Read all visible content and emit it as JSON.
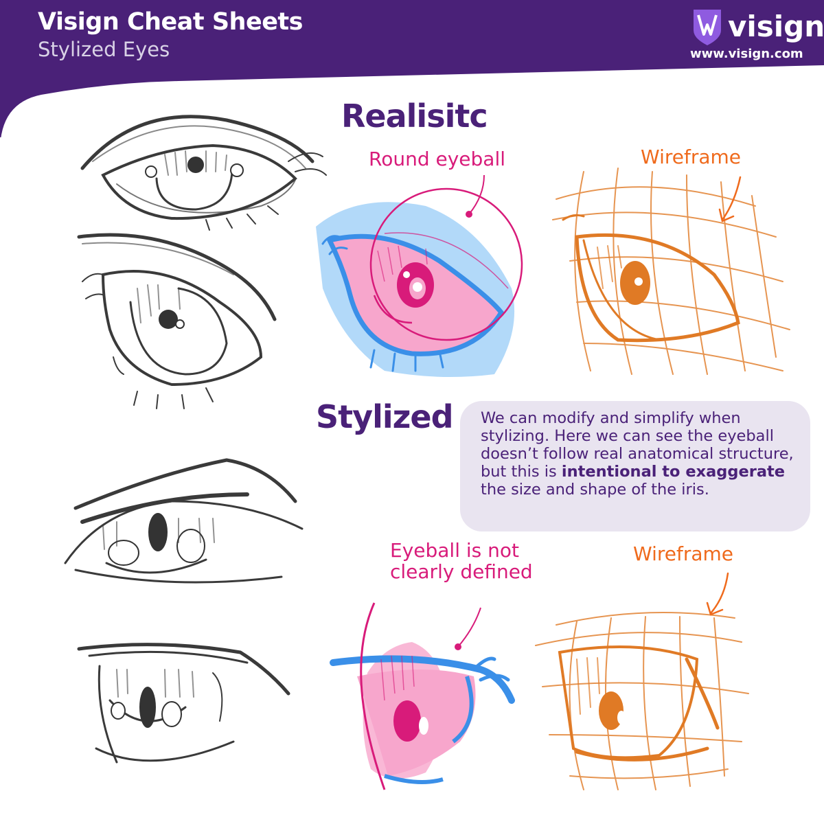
{
  "header": {
    "title": "Visign Cheat Sheets",
    "subtitle": "Stylized Eyes",
    "brand_name": "visign",
    "brand_url": "www.visign.com"
  },
  "sections": {
    "realistic_heading": "Realisitc",
    "stylized_heading": "Stylized"
  },
  "labels": {
    "round_eyeball": "Round eyeball",
    "wireframe_top": "Wireframe",
    "eyeball_line1": "Eyeball is not",
    "eyeball_line2": "clearly defined",
    "wireframe_bottom": "Wireframe"
  },
  "note": {
    "text_before": "We can modify and simplify when stylizing. Here we can see the eyeball doesn’t follow real anatomical structure, but this is",
    "text_bold": "intentional to exaggerate",
    "text_after": "the size and shape of the iris."
  },
  "colors": {
    "header_purple": "#4a2178",
    "accent_pink": "#d81b7a",
    "accent_orange": "#ef6a1c",
    "lid_blue": "#3a8fe8",
    "note_bg": "#e9e4f0"
  }
}
